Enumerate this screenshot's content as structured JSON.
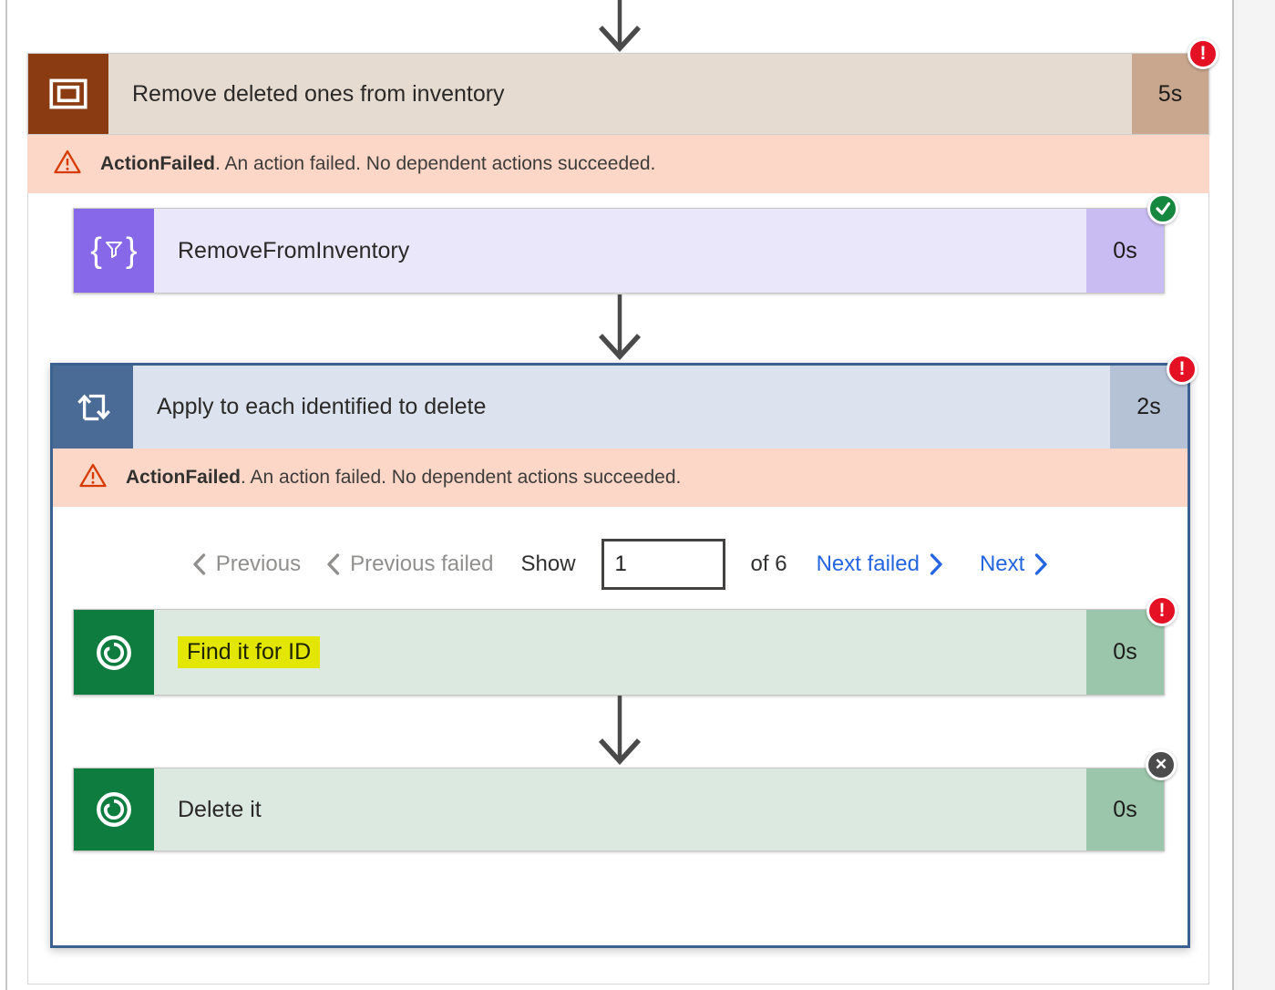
{
  "colors": {
    "error_red": "#e31123",
    "success_green": "#16873f",
    "skipped_gray": "#4c4c4c",
    "link_blue": "#2465e0",
    "highlight_yellow": "#e2e600",
    "scope_brown": "#8a3b12",
    "foreach_header_blue": "#4a6b96",
    "connector_green": "#0e7c3f",
    "operation_purple": "#8768e8",
    "error_banner_bg": "#fcd7c7"
  },
  "scope": {
    "icon": "scope-icon",
    "title": "Remove deleted ones from inventory",
    "duration": "5s",
    "status_badge": "!",
    "error_code": "ActionFailed",
    "error_message": ". An action failed. No dependent actions succeeded."
  },
  "remove_from_inventory": {
    "icon": "filter-braces-icon",
    "title": "RemoveFromInventory",
    "duration": "0s"
  },
  "apply_to_each": {
    "icon": "loop-icon",
    "title": "Apply to each identified to delete",
    "duration": "2s",
    "status_badge": "!",
    "error_code": "ActionFailed",
    "error_message": ". An action failed. No dependent actions succeeded.",
    "pagination": {
      "previous_label": "Previous",
      "previous_failed_label": "Previous failed",
      "show_label": "Show",
      "current_item": "1",
      "total_label": "of 6",
      "next_failed_label": "Next failed",
      "next_label": "Next"
    },
    "find_it": {
      "icon": "dataverse-icon",
      "title": "Find it for ID",
      "duration": "0s",
      "status_badge": "!"
    },
    "delete_it": {
      "icon": "dataverse-icon",
      "title": "Delete it",
      "duration": "0s",
      "status_badge": "✕"
    }
  }
}
